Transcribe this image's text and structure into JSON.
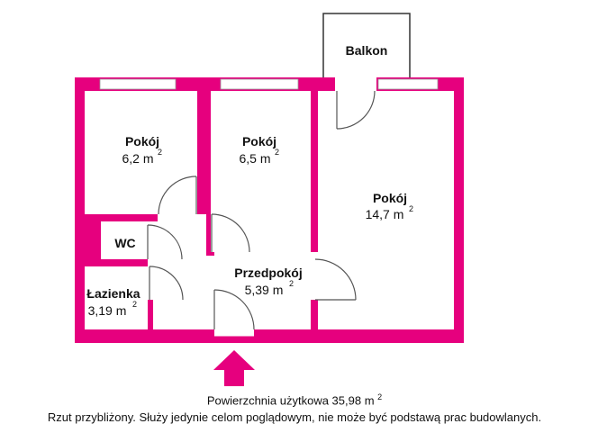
{
  "colors": {
    "wall": "#e6007e",
    "window": "#ffffff",
    "door": "#666666",
    "background": "#ffffff"
  },
  "rooms": [
    {
      "id": "pokoj-1",
      "name": "Pokój",
      "area": "6,2 m",
      "unit_sup": "2"
    },
    {
      "id": "pokoj-2",
      "name": "Pokój",
      "area": "6,5 m",
      "unit_sup": "2"
    },
    {
      "id": "pokoj-3",
      "name": "Pokój",
      "area": "14,7 m",
      "unit_sup": "2"
    },
    {
      "id": "wc",
      "name": "WC",
      "area": "",
      "unit_sup": ""
    },
    {
      "id": "lazienka",
      "name": "Łazienka",
      "area": "3,19 m",
      "unit_sup": "2"
    },
    {
      "id": "przedpokoj",
      "name": "Przedpokój",
      "area": "5,39 m",
      "unit_sup": "2"
    }
  ],
  "balcony": {
    "label": "Balkon"
  },
  "entrance": {
    "icon": "entrance-arrow-icon"
  },
  "footer": {
    "total_area": "Powierzchnia użytkowa 35,98 m",
    "total_area_sup": "2",
    "disclaimer": "Rzut przybliżony. Służy jedynie celom poglądowym, nie może być podstawą prac budowlanych."
  }
}
